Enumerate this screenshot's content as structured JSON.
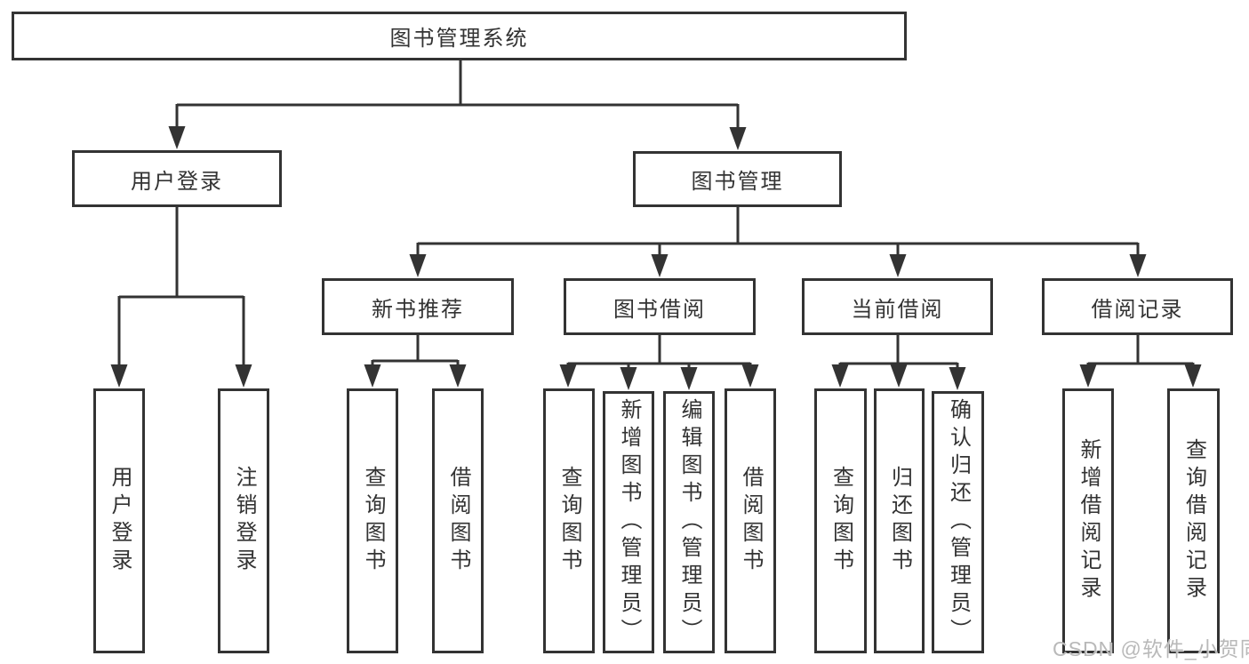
{
  "diagram": {
    "type": "hierarchy-chart",
    "background_color": "#ffffff",
    "line_color": "#333333",
    "box_fill_color": "#ffffff",
    "text_color": "#333333",
    "watermark": {
      "text": "CSDN @软件_小贺同学",
      "color": "#b9b9b9"
    },
    "tree": {
      "label": "图书管理系统",
      "children": [
        {
          "label": "用户登录",
          "children": [
            {
              "label": "用户登录"
            },
            {
              "label": "注销登录"
            }
          ]
        },
        {
          "label": "图书管理",
          "children": [
            {
              "label": "新书推荐",
              "children": [
                {
                  "label": "查询图书"
                },
                {
                  "label": "借阅图书"
                }
              ]
            },
            {
              "label": "图书借阅",
              "children": [
                {
                  "label": "查询图书"
                },
                {
                  "label": "新增图书（管理员）"
                },
                {
                  "label": "编辑图书（管理员）"
                },
                {
                  "label": "借阅图书"
                }
              ]
            },
            {
              "label": "当前借阅",
              "children": [
                {
                  "label": "查询图书"
                },
                {
                  "label": "归还图书"
                },
                {
                  "label": "确认归还（管理员）"
                }
              ]
            },
            {
              "label": "借阅记录",
              "children": [
                {
                  "label": "新增借阅记录"
                },
                {
                  "label": "查询借阅记录"
                }
              ]
            }
          ]
        }
      ]
    }
  }
}
